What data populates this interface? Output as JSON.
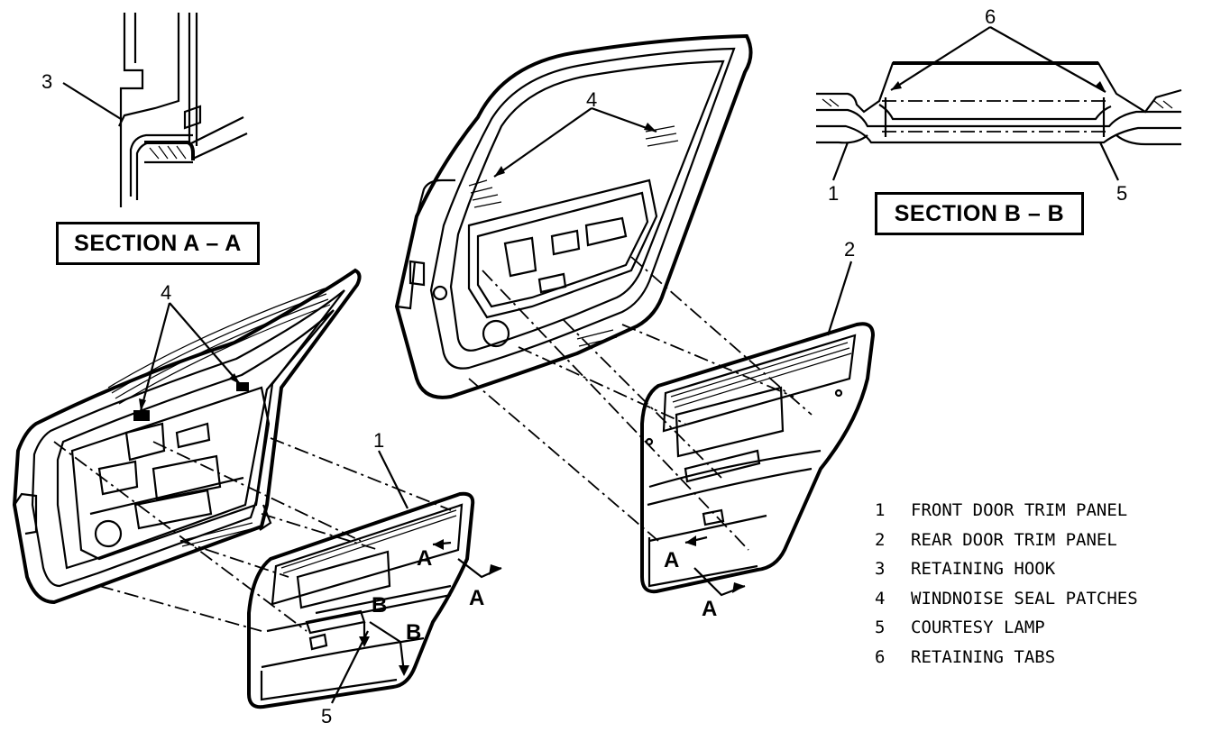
{
  "sections": {
    "aa": "SECTION A – A",
    "bb": "SECTION B – B"
  },
  "callouts": {
    "one": "1",
    "two": "2",
    "three": "3",
    "four": "4",
    "five": "5",
    "six": "6"
  },
  "view_letters": {
    "a": "A",
    "b": "B"
  },
  "legend": [
    {
      "num": "1",
      "label": "FRONT DOOR TRIM PANEL"
    },
    {
      "num": "2",
      "label": "REAR DOOR TRIM PANEL"
    },
    {
      "num": "3",
      "label": "RETAINING HOOK"
    },
    {
      "num": "4",
      "label": "WINDNOISE SEAL PATCHES"
    },
    {
      "num": "5",
      "label": "COURTESY LAMP"
    },
    {
      "num": "6",
      "label": "RETAINING TABS"
    }
  ]
}
